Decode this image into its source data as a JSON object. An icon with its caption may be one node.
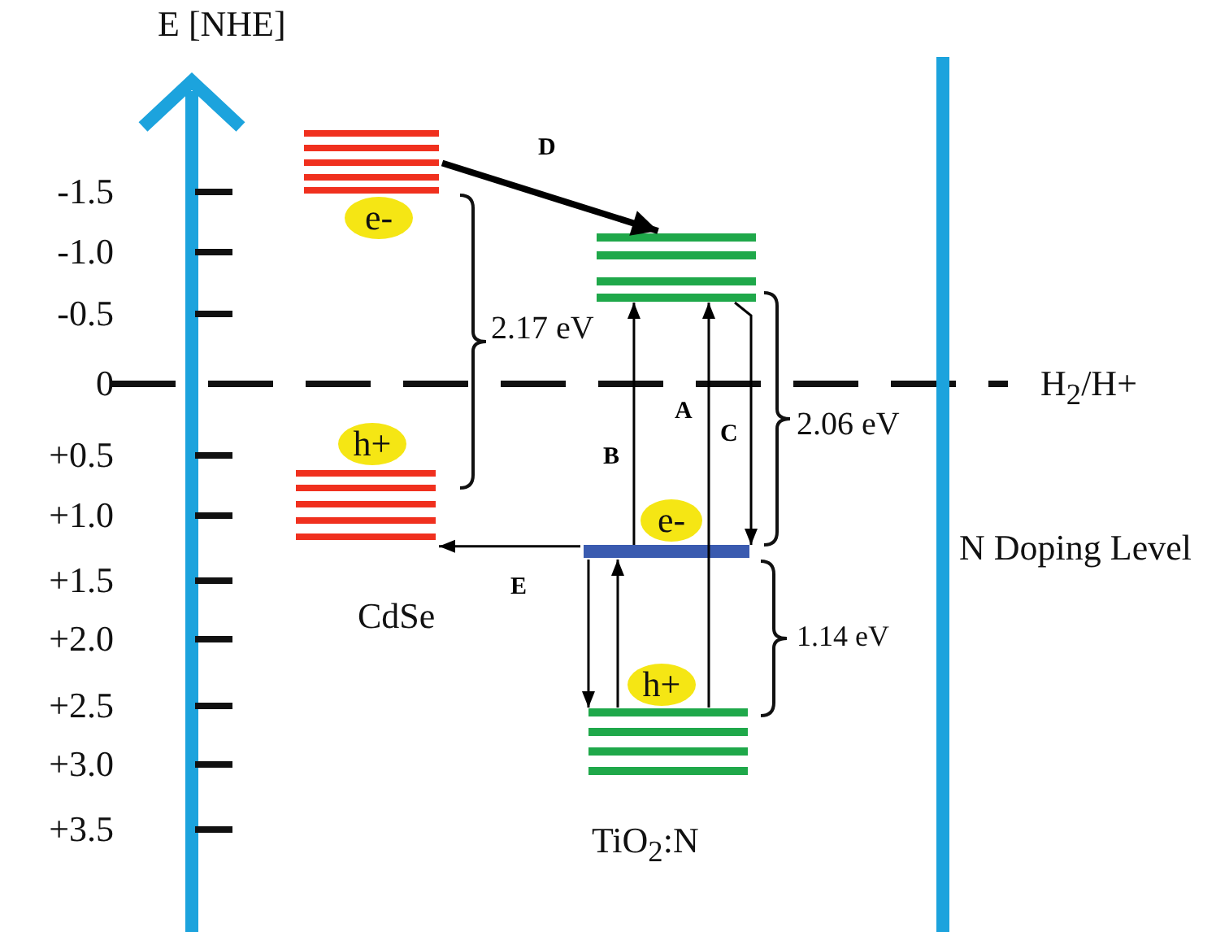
{
  "diagram": {
    "nodes": [
      {
        "text": [],
        "shape": "bar"
      },
      {
        "text": [
          "e-"
        ]
      },
      {
        "text": [],
        "shape": "bar",
        "beside": [
          "CdSe"
        ]
      },
      {
        "text": [
          "h+"
        ]
      },
      {
        "text": [],
        "shape": "bar"
      },
      {
        "text": [],
        "shape": "bar"
      },
      {
        "text": [
          "e-"
        ]
      },
      {
        "text": [],
        "shape": "bar",
        "beside": [
          "TiO$_{2}$:N"
        ]
      },
      {
        "text": [
          "h+"
        ]
      }
    ],
    "edges": [
      {
        "from": 0,
        "to": 4,
        "arrow": "to",
        "label": "D",
        "style": "thick"
      },
      {
        "from": 7,
        "to": 4,
        "arrow": "to",
        "label": "A"
      },
      {
        "from": 5,
        "to": 4,
        "arrow": "to",
        "label": "B"
      },
      {
        "from": 4,
        "to": 5,
        "arrow": "to",
        "label": "C"
      },
      {
        "from": 5,
        "to": 2,
        "arrow": "to",
        "label": "E"
      },
      {
        "from": 5,
        "to": 7,
        "arrow": "to"
      },
      {
        "from": 7,
        "to": 5,
        "arrow": "to"
      }
    ],
    "labels": [
      "E [NHE]",
      "-1.5",
      "-1.0",
      "-0.5",
      "0",
      "+0.5",
      "+1.0",
      "+1.5",
      "+2.0",
      "+2.5",
      "+3.0",
      "+3.5",
      "2.17 eV",
      "H$_{2}$/H+",
      "2.06 eV",
      "N Doping Level",
      "1.14 eV"
    ]
  }
}
